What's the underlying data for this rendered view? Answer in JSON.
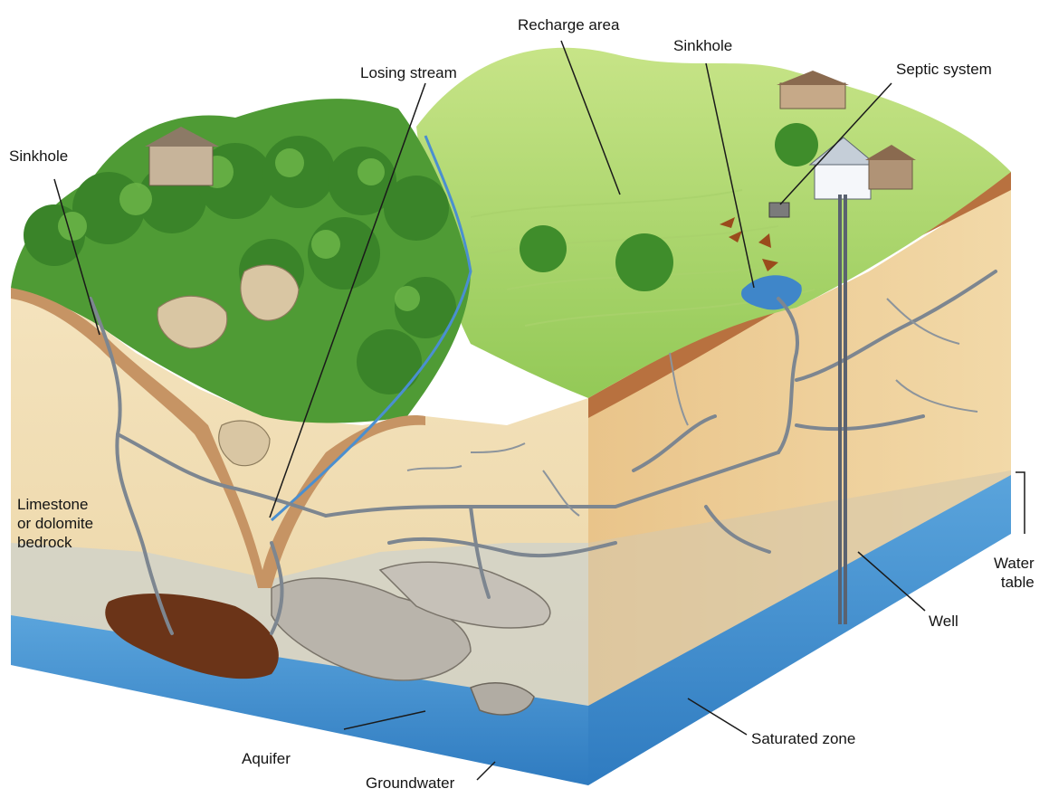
{
  "diagram": {
    "labels": {
      "recharge_area": "Recharge area",
      "sinkhole_right": "Sinkhole",
      "losing_stream": "Losing stream",
      "septic_system": "Septic system",
      "sinkhole_left": "Sinkhole",
      "bedrock": "Limestone\nor dolomite\nbedrock",
      "water_table": "Water\ntable",
      "well": "Well",
      "saturated_zone": "Saturated zone",
      "aquifer": "Aquifer",
      "groundwater": "Groundwater"
    },
    "colors": {
      "grass_light": "#b9dc6e",
      "grass_mid": "#8cc64f",
      "forest": "#3f8f2c",
      "soil": "#b8713f",
      "bedrock_front": "#f1ddb0",
      "bedrock_side": "#ecc990",
      "saturated_front": "#c9cfc8",
      "groundwater": "#3f8fd0",
      "cave_dark": "#6b3418",
      "leader_line": "#1a1a1a"
    }
  }
}
